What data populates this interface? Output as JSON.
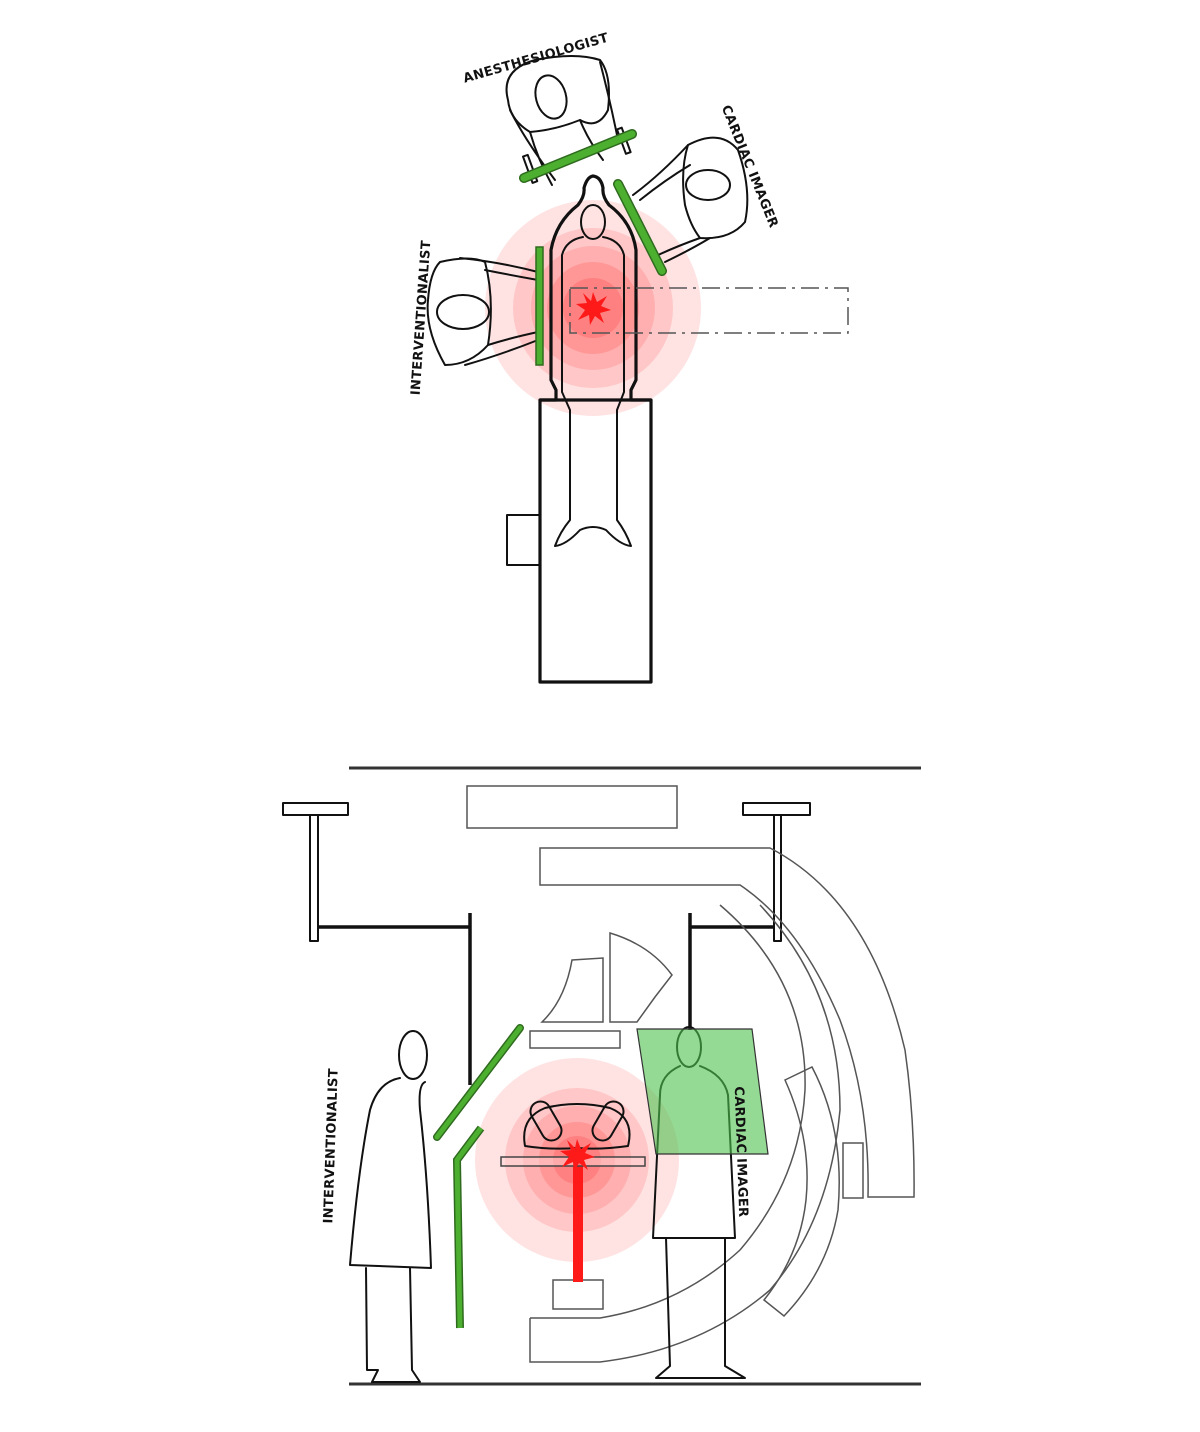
{
  "top_view": {
    "labels": {
      "anesthesiologist": "ANESTHESIOLOGIST",
      "cardiac_imager": "CARDIAC IMAGER",
      "interventionalist": "INTERVENTIONALIST"
    }
  },
  "side_view": {
    "labels": {
      "interventionalist": "INTERVENTIONALIST",
      "cardiac_imager": "CARDIAC IMAGER"
    }
  },
  "colors": {
    "shield_green": "#4caf2f",
    "radiation_red": "#ff1a1a",
    "green_panel": "#7fd07f"
  }
}
